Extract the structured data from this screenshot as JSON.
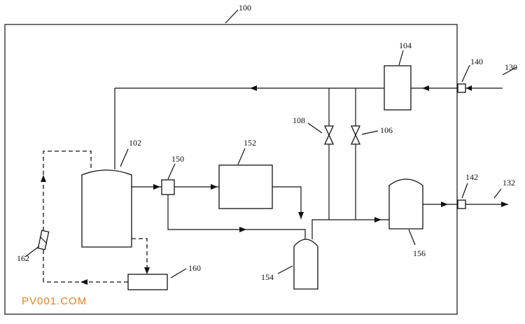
{
  "labels": {
    "system": "100",
    "tank_main": "102",
    "unit_104": "104",
    "valve_106": "106",
    "valve_108": "108",
    "input_line": "130",
    "output_line": "132",
    "port_in": "140",
    "port_out": "142",
    "unit_150": "150",
    "unit_152": "152",
    "vessel_154": "154",
    "vessel_156": "156",
    "unit_160": "160",
    "unit_162": "162"
  },
  "watermark": "PV001.COM"
}
